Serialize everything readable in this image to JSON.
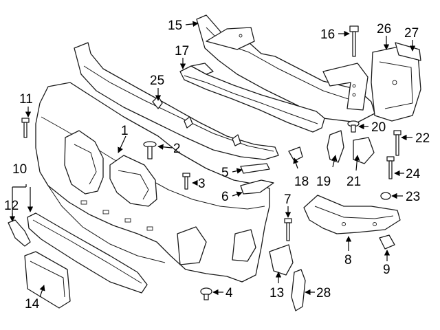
{
  "callouts": {
    "c1": "1",
    "c2": "2",
    "c3": "3",
    "c4": "4",
    "c5": "5",
    "c6": "6",
    "c7": "7",
    "c8": "8",
    "c9": "9",
    "c10": "10",
    "c11": "11",
    "c12": "12",
    "c13": "13",
    "c14": "14",
    "c15": "15",
    "c16": "16",
    "c17": "17",
    "c19": "19",
    "c20": "20",
    "c21": "21",
    "c22": "22",
    "c23": "23",
    "c24": "24",
    "c25": "25",
    "c26": "26",
    "c27": "27",
    "c28": "28",
    "c18": "18"
  }
}
